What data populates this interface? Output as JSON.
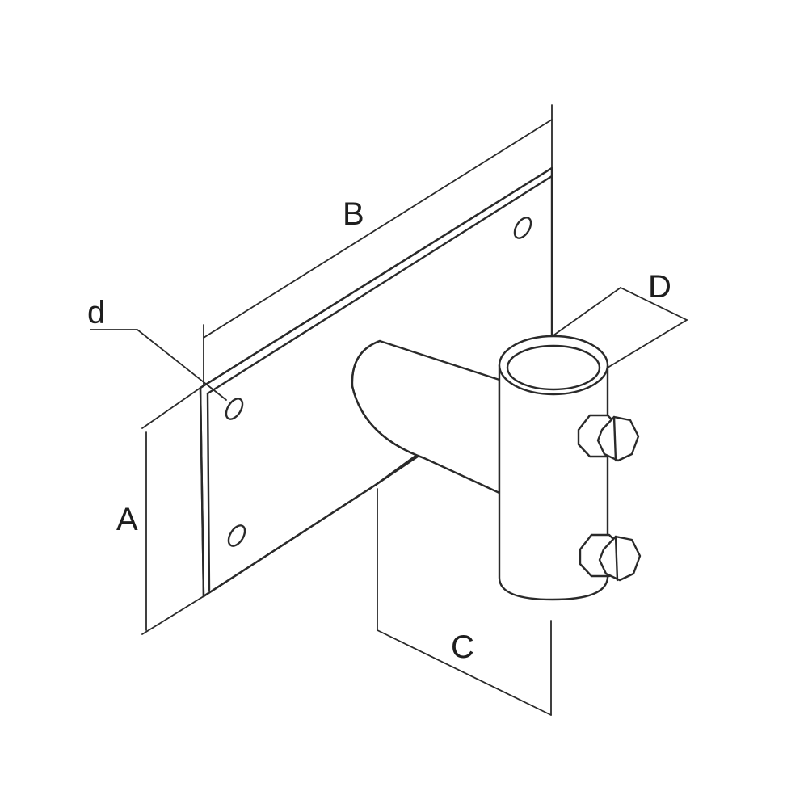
{
  "labels": {
    "A": "A",
    "B": "B",
    "C": "C",
    "D": "D",
    "d": "d"
  },
  "colors": {
    "stroke": "#2a2a2a",
    "background": "#ffffff"
  }
}
